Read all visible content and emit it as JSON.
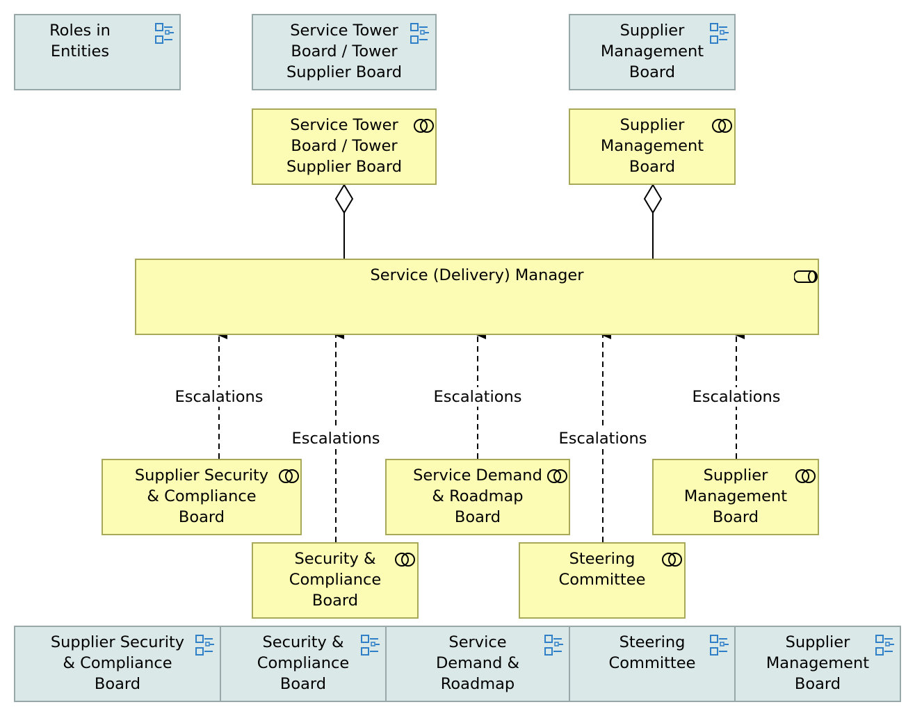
{
  "legend_top": [
    {
      "id": "roles",
      "label": "Roles in\nEntities",
      "icon": "grouping-icon"
    },
    {
      "id": "tower",
      "label": "Service Tower\nBoard /  Tower\nSupplier Board",
      "icon": "grouping-icon"
    },
    {
      "id": "supplier_mgmt",
      "label": "Supplier\nManagement\nBoard",
      "icon": "grouping-icon"
    }
  ],
  "roles_top": [
    {
      "id": "tower",
      "label": "Service Tower\nBoard /  Tower\nSupplier Board",
      "icon": "collaboration-icon"
    },
    {
      "id": "supplier_mgmt",
      "label": "Supplier\nManagement\nBoard",
      "icon": "collaboration-icon"
    }
  ],
  "central": {
    "label": "Service (Delivery) Manager",
    "icon": "role-icon"
  },
  "escalations": [
    "Escalations",
    "Escalations",
    "Escalations",
    "Escalations",
    "Escalations"
  ],
  "roles_bottom": [
    {
      "id": "ssc",
      "label": "Supplier Security\n& Compliance\nBoard",
      "icon": "collaboration-icon"
    },
    {
      "id": "sdr",
      "label": "Service Demand\n& Roadmap\nBoard",
      "icon": "collaboration-icon"
    },
    {
      "id": "smb",
      "label": "Supplier\nManagement\nBoard",
      "icon": "collaboration-icon"
    },
    {
      "id": "sc",
      "label": "Security &\nCompliance\nBoard",
      "icon": "collaboration-icon"
    },
    {
      "id": "steer",
      "label": "Steering\nCommittee",
      "icon": "collaboration-icon"
    }
  ],
  "legend_bottom": [
    {
      "id": "ssc",
      "label": "Supplier Security\n& Compliance\nBoard",
      "icon": "grouping-icon"
    },
    {
      "id": "sc",
      "label": "Security &\nCompliance\nBoard",
      "icon": "grouping-icon"
    },
    {
      "id": "sdr",
      "label": "Service\nDemand &\nRoadmap",
      "icon": "grouping-icon"
    },
    {
      "id": "steer",
      "label": "Steering\nCommittee",
      "icon": "grouping-icon"
    },
    {
      "id": "smb",
      "label": "Supplier\nManagement\nBoard",
      "icon": "grouping-icon"
    }
  ],
  "colors": {
    "role_fill": "#fcfcb4",
    "group_fill": "#dbe8e8",
    "icon_blue": "#2f7fc8"
  }
}
